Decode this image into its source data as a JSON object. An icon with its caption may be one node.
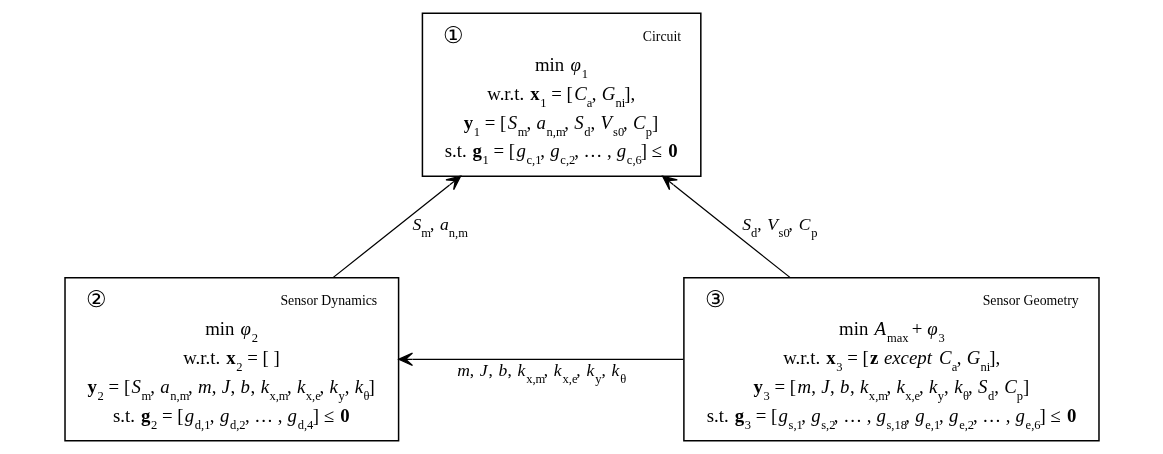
{
  "diagram": {
    "nodes": [
      {
        "text": [
          "①",
          "Circuit",
          "min *φ*$_{1}$",
          "w.r.t. **x**$_{1}$ = [*C*$_{a}$, *G*$_{ni}$],",
          "**y**$_{1}$ = [*S*$_{m}$, *a*$_{n,m}$, *S*$_{d}$, *V*$_{s0}$, *C*$_{p}$]",
          "s.t. **g**$_{1}$ = [*g*$_{c,1}$, *g*$_{c,2}$, … , *g*$_{c,6}$] ≤ **0**"
        ]
      },
      {
        "text": [
          "②",
          "Sensor Dynamics",
          "min *φ*$_{2}$",
          "w.r.t. **x**$_{2}$ = [ ]",
          "**y**$_{2}$ = [*S*$_{m}$, *a*$_{n,m}$, *m*, *J*, *b*, *k*$_{x,m}$, *k*$_{x,e}$, *k*$_{y}$, *k*$_{θ}$]",
          "s.t. **g**$_{2}$ = [*g*$_{d,1}$, *g*$_{d,2}$, … , *g*$_{d,4}$] ≤ **0**"
        ]
      },
      {
        "text": [
          "③",
          "Sensor Geometry",
          "min *A*$_{max}$ + *φ*$_{3}$",
          "w.r.t. **x**$_{3}$ = [**z** *except* *C*$_{a}$, *G*$_{ni}$],",
          "**y**$_{3}$ = [*m*, *J*, *b*, *k*$_{x,m}$, *k*$_{x,e}$, *k*$_{y}$, *k*$_{θ}$, *S*$_{d}$, *C*$_{p}$]",
          "s.t. **g**$_{3}$ = [*g*$_{s,1}$, *g*$_{s,2}$, … , *g*$_{s,18}$, *g*$_{e,1}$, *g*$_{e,2}$, … , *g*$_{e,6}$] ≤ **0**"
        ]
      }
    ],
    "edges": [
      {
        "from": 1,
        "to": 0,
        "arrow": "to",
        "label": "*S*$_{m}$, *a*$_{n,m}$"
      },
      {
        "from": 2,
        "to": 0,
        "arrow": "to",
        "label": "*S*$_{d}$, *V*$_{s0}$, *C*$_{p}$"
      },
      {
        "from": 2,
        "to": 1,
        "arrow": "to",
        "label": "*m*, *J*, *b*, *k*$_{x,m}$, *k*$_{x,e}$, *k*$_{y}$, *k*$_{θ}$"
      }
    ]
  }
}
